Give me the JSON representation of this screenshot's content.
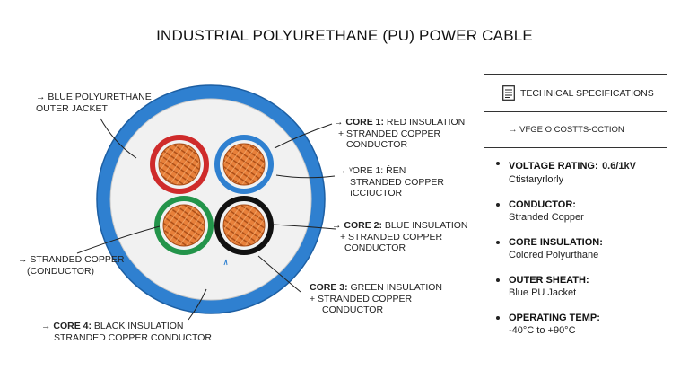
{
  "title": "INDUSTRIAL POLYURETHANE (PU) POWER CABLE",
  "colors": {
    "jacket": "#2f80d0",
    "inner": "#f1f1f1",
    "red_core": "#cf2b2b",
    "blue_core": "#2f80d0",
    "green_core": "#23944a",
    "black_core": "#111111",
    "copper": "#e8803a"
  },
  "labels": {
    "jacket": [
      "→ BLUE POLYURETHANE",
      "OUTER JACKET"
    ],
    "core1_red": {
      "bold": "→ CORE 1:",
      "rest": " RED INSULATION",
      "lines": [
        "+ STRANDED COPPER",
        "CONDUCTOR"
      ]
    },
    "core1_blue_garbled": [
      "→ ᵛORE 1: ṘEN",
      "STRANDED COPPER",
      "ıCCIUCTOR"
    ],
    "core2": {
      "bold": "→ CORE 2:",
      "rest": " BLUE INSULATION",
      "lines": [
        "+ STRANDED COPPER",
        "CONDUCTOR"
      ]
    },
    "core3": {
      "bold": "CORE 3:",
      "rest": " GREEN INSULATION",
      "lines": [
        "+ STRANDED COPPER",
        "CONDUCTOR"
      ]
    },
    "core4": {
      "bold": "→ CORE 4:",
      "rest": " BLACK INSULATION",
      "lines": [
        "STRANDED COPPER CONDUCTOR"
      ]
    },
    "stranded": [
      "→ STRANDED COPPER",
      "(CONDUCTOR)"
    ]
  },
  "specs": {
    "header": "TECHNICAL SPECIFICATIONS",
    "subheader": "→ VFGE O COSTTS-CCTION",
    "items": [
      {
        "label": "VOLTAGE RATING:",
        "value": "0.6/1kV",
        "extra": "Ctistaryrlorly"
      },
      {
        "label": "CONDUCTOR:",
        "value": "Stranded Copper"
      },
      {
        "label": "CORE INSULATION:",
        "value": "Colored Polyurthane"
      },
      {
        "label": "OUTER SHEATH:",
        "value": "Blue PU Jacket"
      },
      {
        "label": "OPERATING TEMP:",
        "value": "-40°C to +90°C"
      }
    ]
  }
}
